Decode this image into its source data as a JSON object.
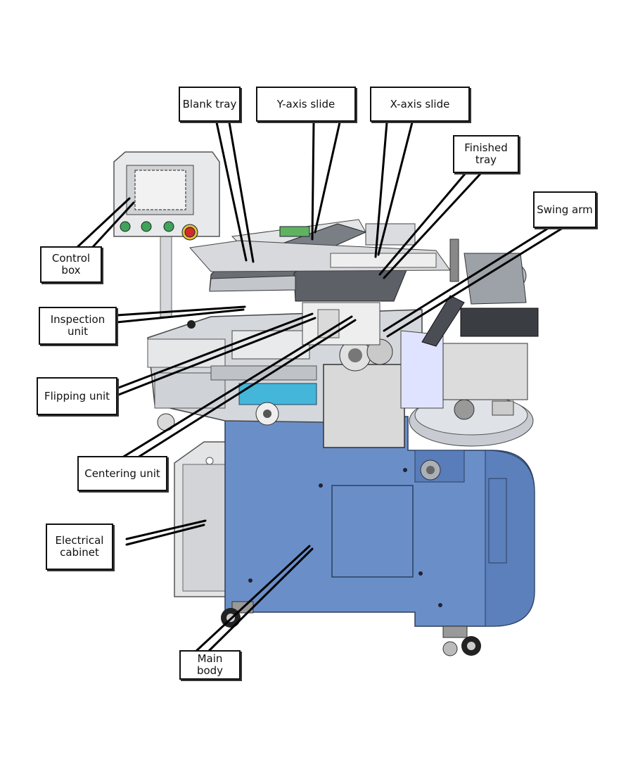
{
  "labels": {
    "blank_tray": "Blank tray",
    "y_axis_slide": "Y-axis slide",
    "x_axis_slide": "X-axis slide",
    "finished_tray": "Finished\ntray",
    "swing_arm": "Swing arm",
    "control_box": "Control\nbox",
    "inspection_unit": "Inspection\nunit",
    "flipping_unit": "Flipping unit",
    "centering_unit": "Centering unit",
    "electrical_cabinet": "Electrical\ncabinet",
    "main_body": "Main\nbody"
  },
  "colors": {
    "body_blue": "#6a8fc8",
    "body_blue_dark": "#4f73ab",
    "frame_grey": "#c9ccd1",
    "frame_dark": "#5b5f66",
    "tray_dark": "#3c3f44",
    "screen": "#e6e6e6",
    "cyan_plate": "#43b6d9",
    "button_green": "#3fa35a",
    "button_red": "#d42b2b",
    "lines": "#000000"
  }
}
